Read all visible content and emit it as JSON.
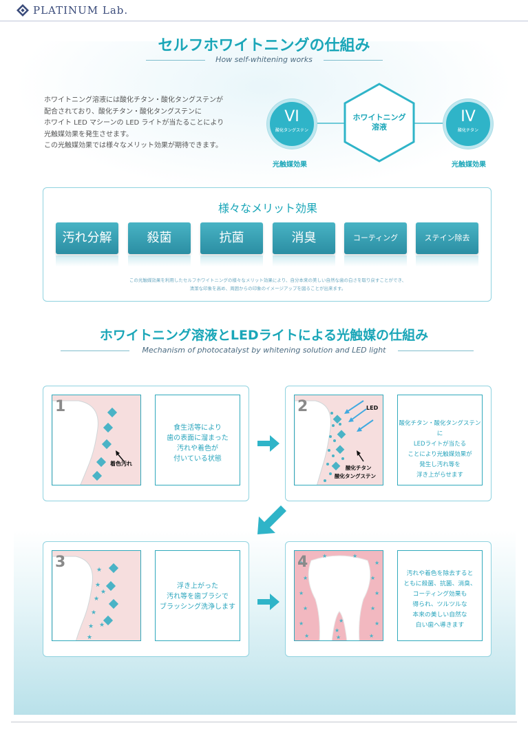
{
  "header": {
    "brand": "PLATINUM Lab."
  },
  "section1": {
    "title": "セルフホワイトニングの仕組み",
    "subtitle": "How self-whitening works",
    "intro_lines": [
      "ホワイトニング溶液には酸化チタン・酸化タングステンが",
      "配合されており、酸化チタン・酸化タングステンに",
      "ホワイト LED マシーンの LED ライトが当たることにより",
      "光触媒効果を発生させます。",
      "この光触媒効果では様々なメリット効果が期待できます。"
    ],
    "left_circle": {
      "symbol": "VI",
      "caption": "酸化タングステン",
      "label": "光触媒効果"
    },
    "hexagon": {
      "line1": "ホワイトニング",
      "line2": "溶液"
    },
    "right_circle": {
      "symbol": "IV",
      "caption": "酸化チタン",
      "label": "光触媒効果"
    }
  },
  "merits": {
    "title": "様々なメリット効果",
    "items": [
      "汚れ分解",
      "殺菌",
      "抗菌",
      "消臭",
      "コーティング",
      "ステイン除去"
    ],
    "note_line1": "この光触媒効果を利用したセルフホワイトニングの様々なメリット効果により、自分本来の美しい自然な歯の白さを取り戻すことができ、",
    "note_line2": "清潔な印象を高め、周囲からの印象のイメージアップを図ることが出来ます。"
  },
  "section2": {
    "title": "ホワイトニング溶液とLEDライトによる光触媒の仕組み",
    "subtitle": "Mechanism of photocatalyst by whitening solution and LED light"
  },
  "steps": [
    {
      "num": "1",
      "label": "着色汚れ",
      "text": [
        "食生活等により",
        "歯の表面に溜まった",
        "汚れや着色が",
        "付いている状態"
      ]
    },
    {
      "num": "2",
      "led": "LED",
      "label1": "酸化チタン",
      "label2": "酸化タングステン",
      "text": [
        "酸化チタン・酸化タングステンに",
        "LEDライトが当たる",
        "ことにより光触媒効果が",
        "発生し汚れ等を",
        "浮き上がらせます"
      ]
    },
    {
      "num": "3",
      "text": [
        "浮き上がった",
        "汚れ等を歯ブラシで",
        "ブラッシング洗浄します"
      ]
    },
    {
      "num": "4",
      "text": [
        "汚れや着色を除去すると",
        "ともに殺菌、抗菌、消臭、",
        "コーティング効果も",
        "得られ、ツルツルな",
        "本来の美しい自然な",
        "白い歯へ導きます"
      ]
    }
  ],
  "colors": {
    "accent": "#1aa6b8",
    "button": "#2b8ea3",
    "pink": "#f6dede",
    "deep_pink": "#f2b8c0"
  }
}
